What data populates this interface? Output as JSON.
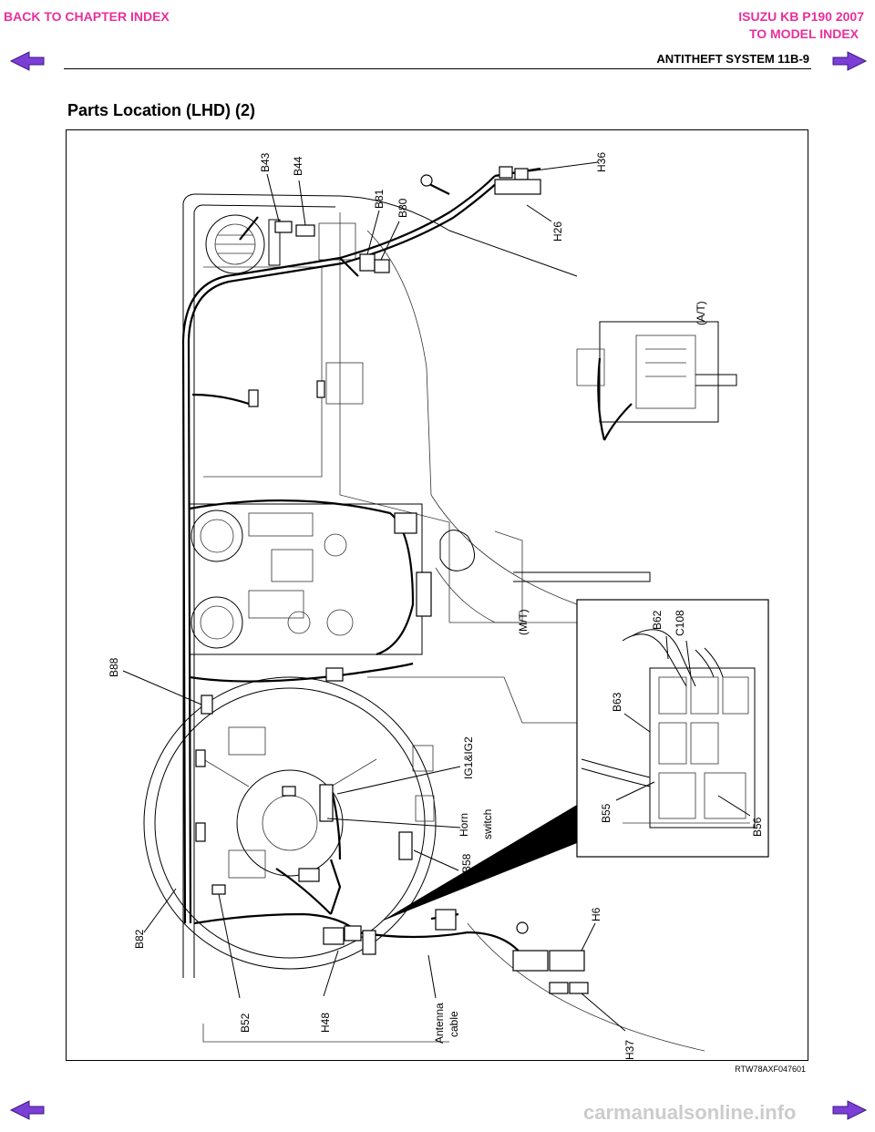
{
  "nav": {
    "back_label": "BACK TO CHAPTER INDEX",
    "model_title": "ISUZU KB P190 2007",
    "model_link": "TO MODEL INDEX"
  },
  "header": {
    "section": "ANTITHEFT SYSTEM 11B-9"
  },
  "page": {
    "heading": "Parts Location (LHD) (2)"
  },
  "figure": {
    "code": "RTW78AXF047601",
    "labels": {
      "b43": "B43",
      "b44": "B44",
      "b81": "B81",
      "b80": "B80",
      "h36": "H36",
      "h26": "H26",
      "at": "(A/T)",
      "mt": "(M/T)",
      "b62": "B62",
      "c108": "C108",
      "b63": "B63",
      "b55": "B55",
      "b56": "B56",
      "b88": "B88",
      "ig": "IG1&IG2",
      "horn1": "Horn",
      "horn2": "switch",
      "b58": "B58",
      "h6": "H6",
      "b82": "B82",
      "b52": "B52",
      "h48": "H48",
      "ant1": "Antenna",
      "ant2": "cable",
      "h37": "H37"
    }
  },
  "footer": {
    "watermark": "carmanualsonline.info"
  },
  "colors": {
    "nav": "#e8309c",
    "arrow": "#7b3fd6"
  }
}
